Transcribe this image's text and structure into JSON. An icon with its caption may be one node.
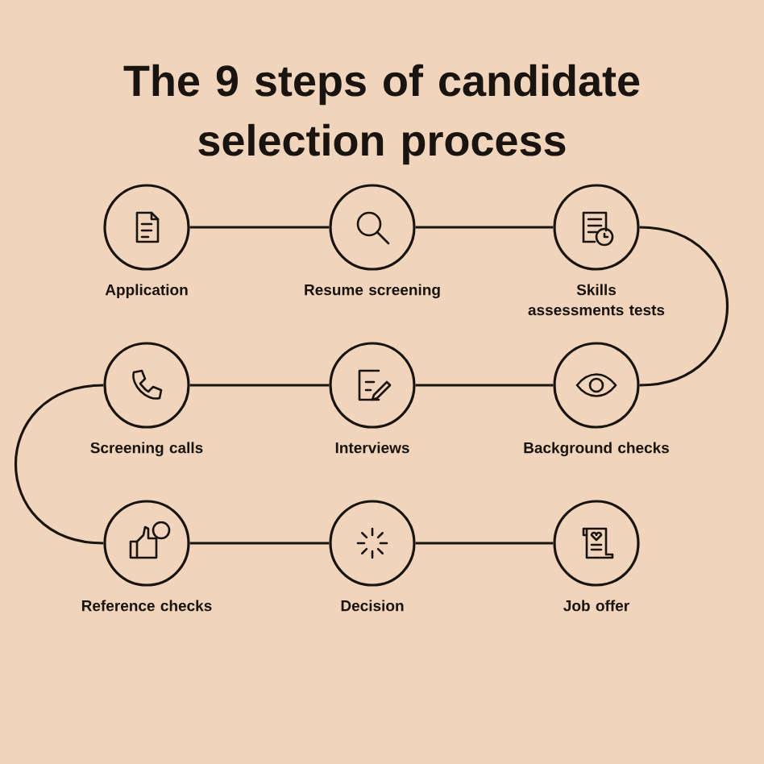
{
  "diagram": {
    "title": "The 9 steps of candidate selection process",
    "nodes": [
      {
        "text": [
          "Application"
        ]
      },
      {
        "text": [
          "Resume screening"
        ]
      },
      {
        "text": [
          "Skills assessments tests"
        ]
      },
      {
        "text": [
          "Screening calls"
        ]
      },
      {
        "text": [
          "Interviews"
        ]
      },
      {
        "text": [
          "Background checks"
        ]
      },
      {
        "text": [
          "Reference checks"
        ]
      },
      {
        "text": [
          "Decision"
        ]
      },
      {
        "text": [
          "Job offer"
        ]
      }
    ],
    "edges": [
      {
        "from": 0,
        "to": 1,
        "arrow": "none"
      },
      {
        "from": 1,
        "to": 2,
        "arrow": "none"
      },
      {
        "from": 2,
        "to": 5,
        "arrow": "none"
      },
      {
        "from": 5,
        "to": 4,
        "arrow": "none"
      },
      {
        "from": 4,
        "to": 3,
        "arrow": "none"
      },
      {
        "from": 3,
        "to": 6,
        "arrow": "none"
      },
      {
        "from": 6,
        "to": 7,
        "arrow": "none"
      },
      {
        "from": 7,
        "to": 8,
        "arrow": "none"
      }
    ]
  }
}
